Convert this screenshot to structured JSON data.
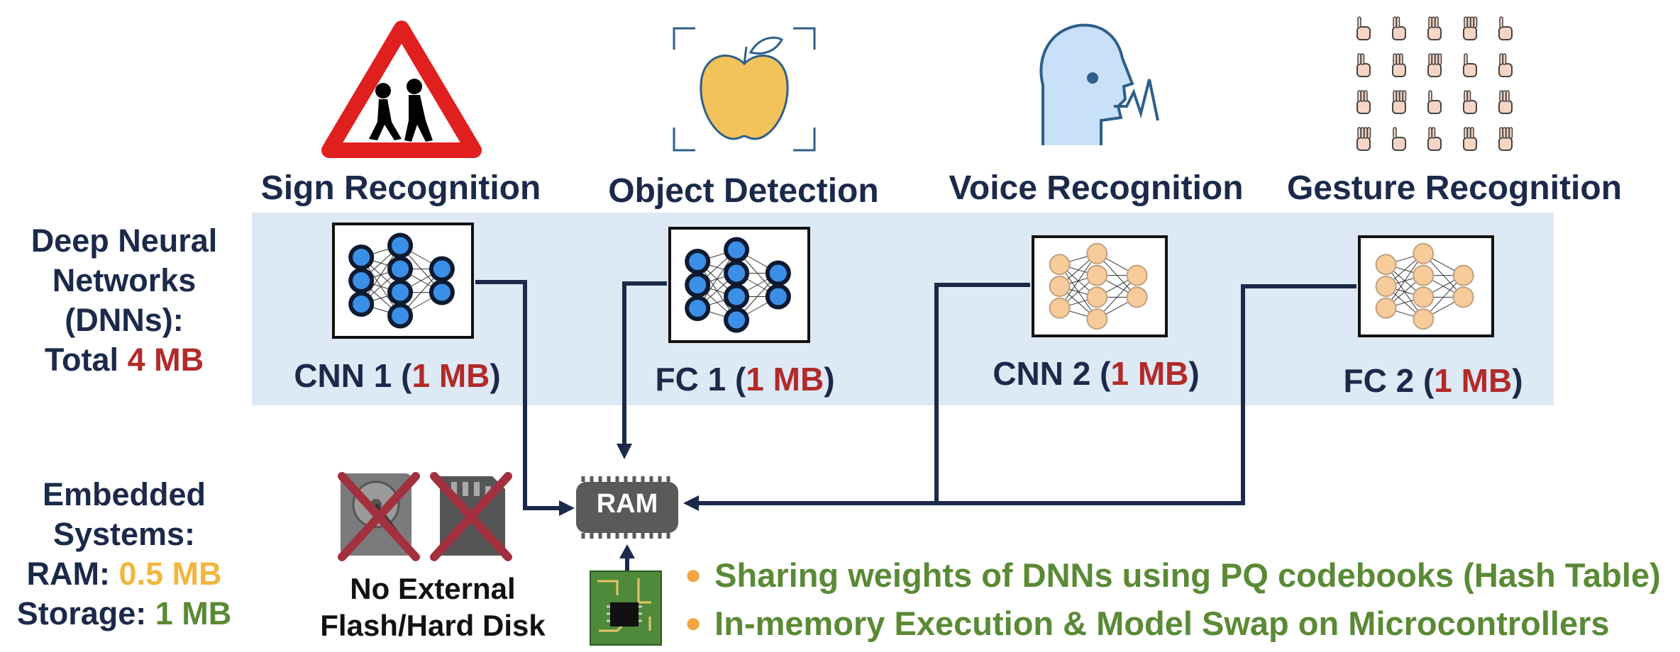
{
  "tasks": [
    {
      "title": "Sign Recognition"
    },
    {
      "title": "Object Detection"
    },
    {
      "title": "Voice Recognition"
    },
    {
      "title": "Gesture Recognition"
    }
  ],
  "left_panel": {
    "dnn_line1": "Deep Neural",
    "dnn_line2": "Networks",
    "dnn_line3": "(DNNs):",
    "dnn_total_label": "Total",
    "dnn_total_value": "4 MB",
    "emb_line1": "Embedded",
    "emb_line2": "Systems:",
    "ram_label": "RAM:",
    "ram_value": "0.5 MB",
    "storage_label": "Storage:",
    "storage_value": "1 MB"
  },
  "networks": [
    {
      "name": "CNN 1",
      "size": "1 MB"
    },
    {
      "name": "FC 1",
      "size": "1 MB"
    },
    {
      "name": "CNN 2",
      "size": "1 MB"
    },
    {
      "name": "FC 2",
      "size": "1 MB"
    }
  ],
  "ram_chip_label": "RAM",
  "no_storage_caption_line1": "No External",
  "no_storage_caption_line2": "Flash/Hard Disk",
  "bullets": [
    "Sharing weights of DNNs using PQ codebooks (Hash Table)",
    "In-memory Execution & Model Swap on Microcontrollers"
  ],
  "colors": {
    "navy": "#1b2a4a",
    "band": "#dde9f4",
    "red": "#b22a2a",
    "yellow": "#f0b73f",
    "green": "#5a8a35",
    "blue_node": "#3b8fe6",
    "peach_node": "#f7cc9a",
    "cross": "#a3303f"
  },
  "icons": [
    "warning-sign-icon",
    "apple-icon",
    "voice-head-icon",
    "hand-gestures-icon",
    "hard-disk-icon",
    "sd-card-icon",
    "ram-chip-icon",
    "microcontroller-icon"
  ]
}
